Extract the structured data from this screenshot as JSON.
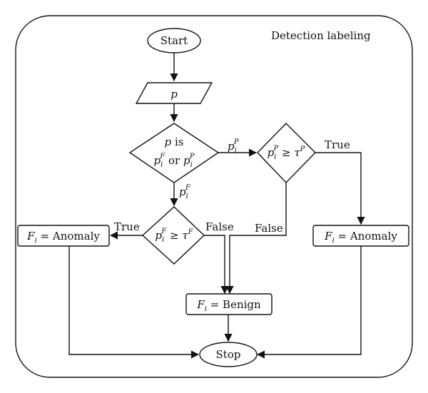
{
  "title": "Detection labeling",
  "nodes": {
    "start": "Start",
    "input_p": "p",
    "decision_source": {
      "line1_var": "p",
      "line1_word": "is",
      "or_word": "or",
      "p": "p",
      "sub": "i",
      "sup_f": "F",
      "sup_p": "P"
    },
    "decision_p": {
      "p": "p",
      "sub": "i",
      "sup": "P",
      "op": "≥",
      "tau": "τ",
      "tau_sup": "P"
    },
    "decision_f": {
      "p": "p",
      "sub": "i",
      "sup": "F",
      "op": "≥",
      "tau": "τ",
      "tau_sup": "F"
    },
    "anomaly_left": {
      "var": "F",
      "sub": "i",
      "rest": "= Anomaly"
    },
    "anomaly_right": {
      "var": "F",
      "sub": "i",
      "rest": "= Anomaly"
    },
    "benign": {
      "var": "F",
      "sub": "i",
      "rest": "= Benign"
    },
    "stop": "Stop"
  },
  "edge_labels": {
    "to_p_branch": {
      "p": "p",
      "sub": "i",
      "sup": "P"
    },
    "to_f_branch": {
      "p": "p",
      "sub": "i",
      "sup": "F"
    },
    "p_true": "True",
    "p_false": "False",
    "f_true": "True",
    "f_false": "False"
  }
}
